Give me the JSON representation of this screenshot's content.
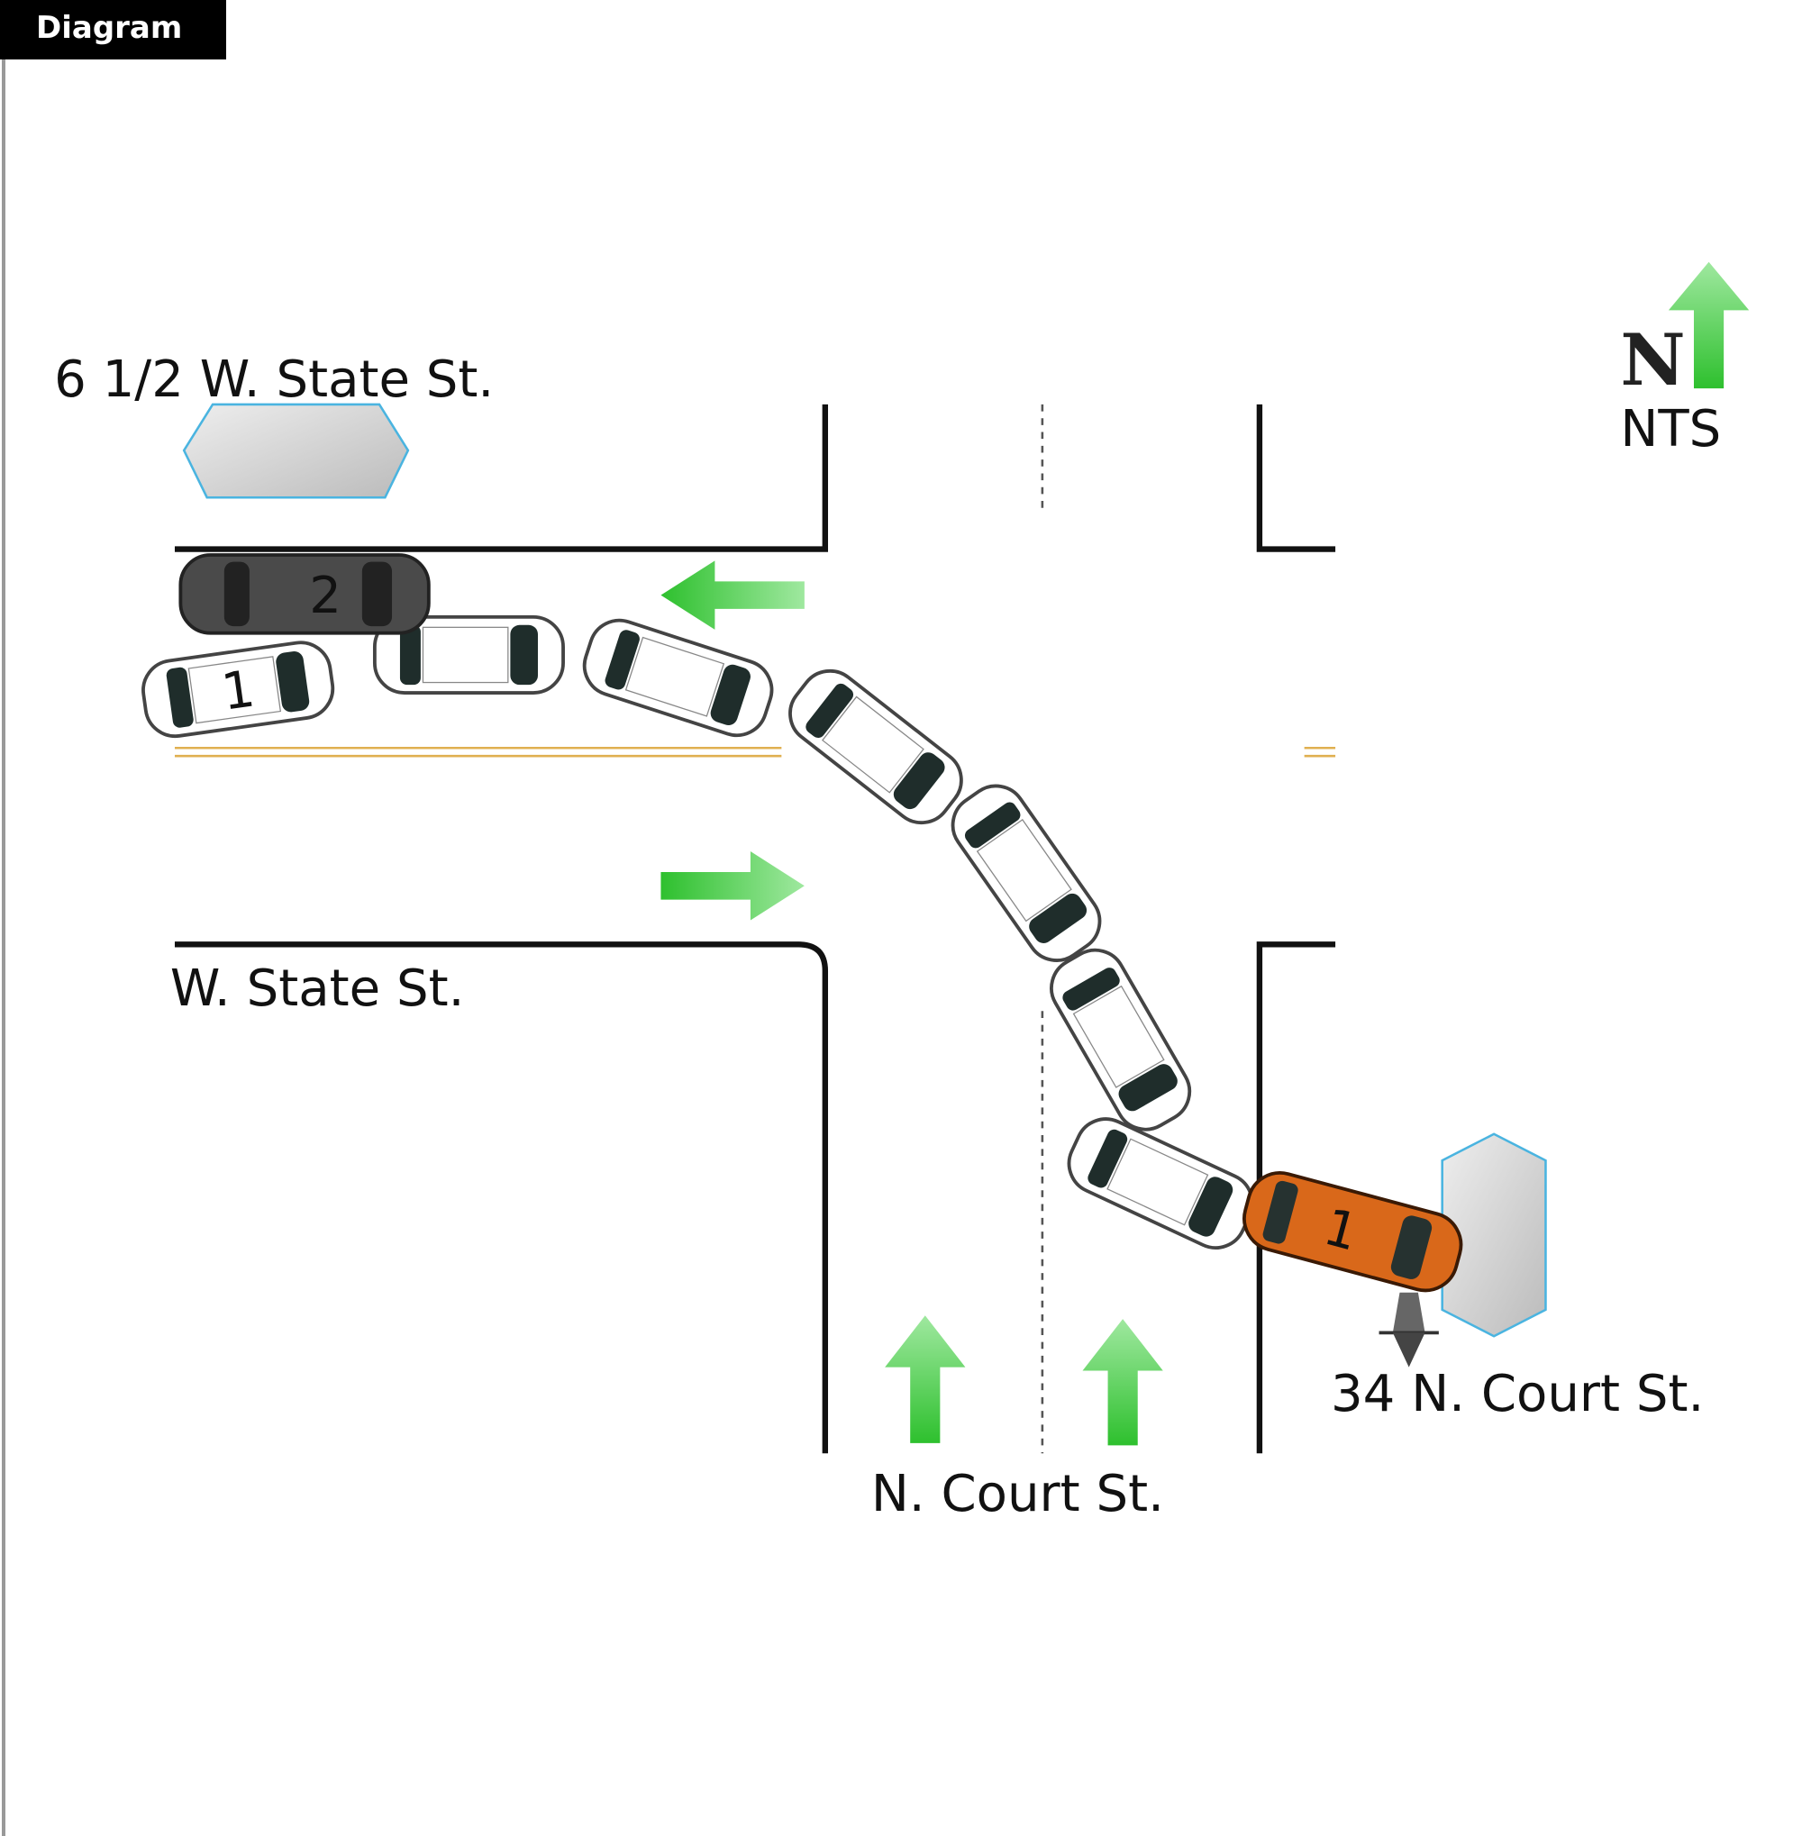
{
  "title": "Diagram",
  "labels": {
    "address_top": "6 1/2 W. State St.",
    "w_state": "W. State St.",
    "n_court": "N. Court St.",
    "address_right": "34 N. Court St.",
    "north": "N",
    "scale": "NTS"
  },
  "vehicles": {
    "v2": "2",
    "v1_start": "1",
    "v1_final": "1"
  },
  "colors": {
    "arrow": "#3cc43c",
    "vehicle1_final": "#d9681a",
    "vehicle2": "#4a4a4a",
    "center_line": "#e0b050",
    "building_outline": "#4ab4e0"
  }
}
